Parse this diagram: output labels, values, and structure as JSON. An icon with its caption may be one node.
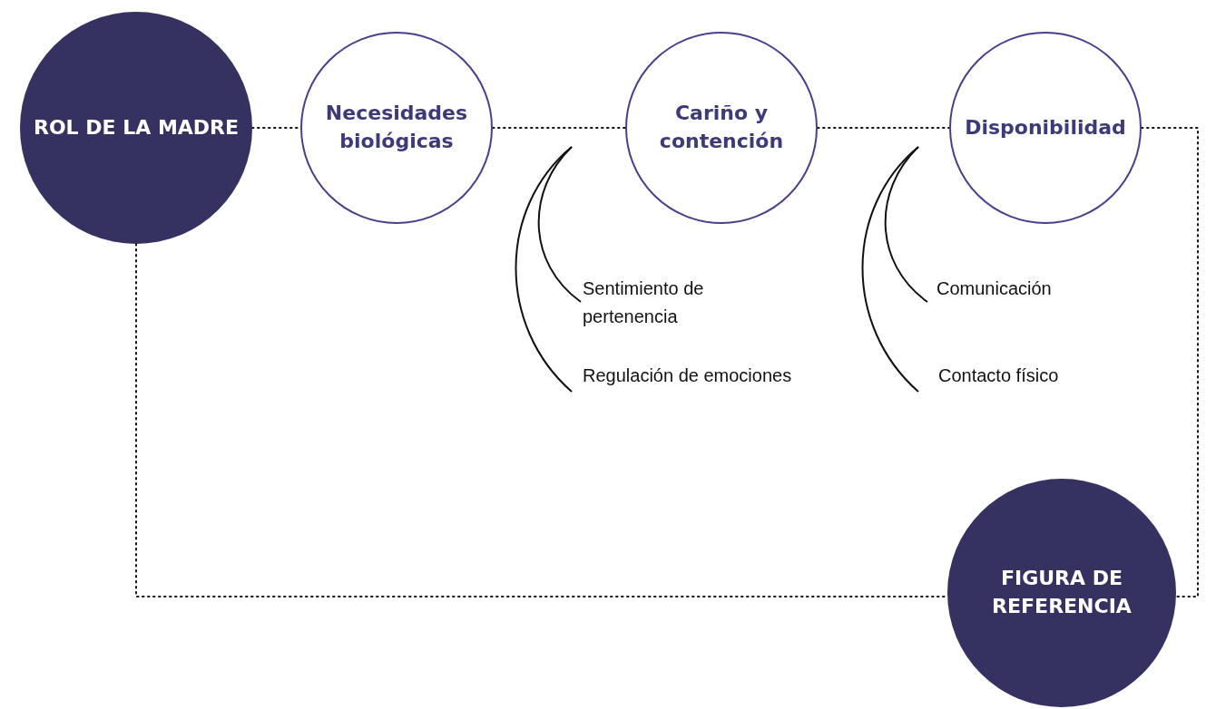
{
  "diagram": {
    "nodes": [
      {
        "text": [
          "ROL DE LA MADRE"
        ]
      },
      {
        "text": [
          "Necesidades biológicas"
        ]
      },
      {
        "text": [
          "Cariño y contención"
        ]
      },
      {
        "text": [
          "Disponibilidad"
        ]
      },
      {
        "text": [
          "FIGURA DE REFERENCIA"
        ]
      }
    ],
    "edges": [
      {
        "from": 0,
        "to": 1,
        "arrow": "none"
      },
      {
        "from": 1,
        "to": 2,
        "arrow": "none"
      },
      {
        "from": 2,
        "to": 3,
        "arrow": "none"
      },
      {
        "from": 3,
        "to": 4,
        "arrow": "none"
      },
      {
        "from": 0,
        "to": 4,
        "arrow": "none"
      }
    ],
    "labels": [
      "Sentimiento de pertenencia",
      "Comunicación",
      "Regulación de emociones",
      "Contacto físico"
    ]
  }
}
